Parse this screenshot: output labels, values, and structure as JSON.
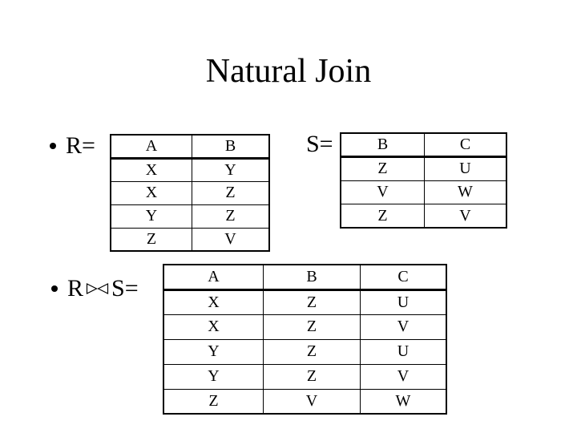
{
  "title": "Natural Join",
  "colors": {
    "text": "#000000",
    "background": "#ffffff",
    "table_border": "#000000"
  },
  "bullets": [
    {
      "label": "R="
    },
    {
      "pre": "R",
      "join_icon": "natural-join-bowtie",
      "join_symbol": "⋈",
      "post": "S="
    }
  ],
  "s_label": "S=",
  "tables": {
    "r": {
      "headers": [
        "A",
        "B"
      ],
      "rows": [
        [
          "X",
          "Y"
        ],
        [
          "X",
          "Z"
        ],
        [
          "Y",
          "Z"
        ],
        [
          "Z",
          "V"
        ]
      ]
    },
    "s": {
      "headers": [
        "B",
        "C"
      ],
      "rows": [
        [
          "Z",
          "U"
        ],
        [
          "V",
          "W"
        ],
        [
          "Z",
          "V"
        ]
      ]
    },
    "result": {
      "headers": [
        "A",
        "B",
        "C"
      ],
      "rows": [
        [
          "X",
          "Z",
          "U"
        ],
        [
          "X",
          "Z",
          "V"
        ],
        [
          "Y",
          "Z",
          "U"
        ],
        [
          "Y",
          "Z",
          "V"
        ],
        [
          "Z",
          "V",
          "W"
        ]
      ]
    }
  }
}
